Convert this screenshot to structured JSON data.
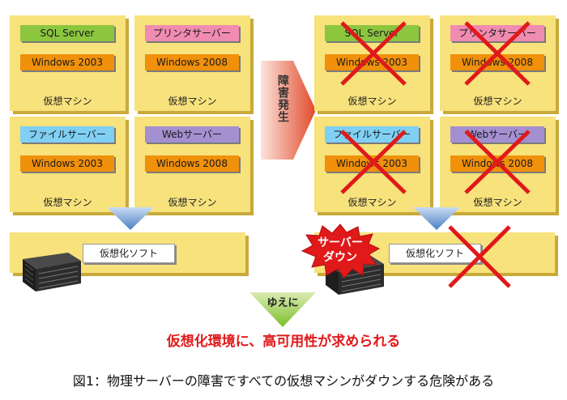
{
  "left": {
    "vms": [
      {
        "app": "SQL Server",
        "os": "Windows 2003",
        "label": "仮想マシン"
      },
      {
        "app": "プリンタサーバー",
        "os": "Windows 2008",
        "label": "仮想マシン"
      },
      {
        "app": "ファイルサーバー",
        "os": "Windows 2003",
        "label": "仮想マシン"
      },
      {
        "app": "Webサーバー",
        "os": "Windows 2008",
        "label": "仮想マシン"
      }
    ],
    "hypervisor": "仮想化ソフト"
  },
  "right": {
    "vms": [
      {
        "app": "SQL Server",
        "os": "Windows 2003",
        "label": "仮想マシン"
      },
      {
        "app": "プリンタサーバー",
        "os": "Windows 2008",
        "label": "仮想マシン"
      },
      {
        "app": "ファイルサーバー",
        "os": "Windows 2003",
        "label": "仮想マシン"
      },
      {
        "app": "Webサーバー",
        "os": "Windows 2008",
        "label": "仮想マシン"
      }
    ],
    "hypervisor": "仮想化ソフト",
    "burst_line1": "サーバー",
    "burst_line2": "ダウン"
  },
  "failure_arrow": "障害発生",
  "therefore": "ゆえに",
  "conclusion": "仮想化環境に、高可用性が求められる",
  "figure_caption": "図1：物理サーバーの障害ですべての仮想マシンがダウンする危険がある",
  "colors": {
    "vm_bg": "#f7e27c",
    "os": "#f0900b",
    "x": "#e0191a",
    "arrow": "#4c7fc4"
  }
}
